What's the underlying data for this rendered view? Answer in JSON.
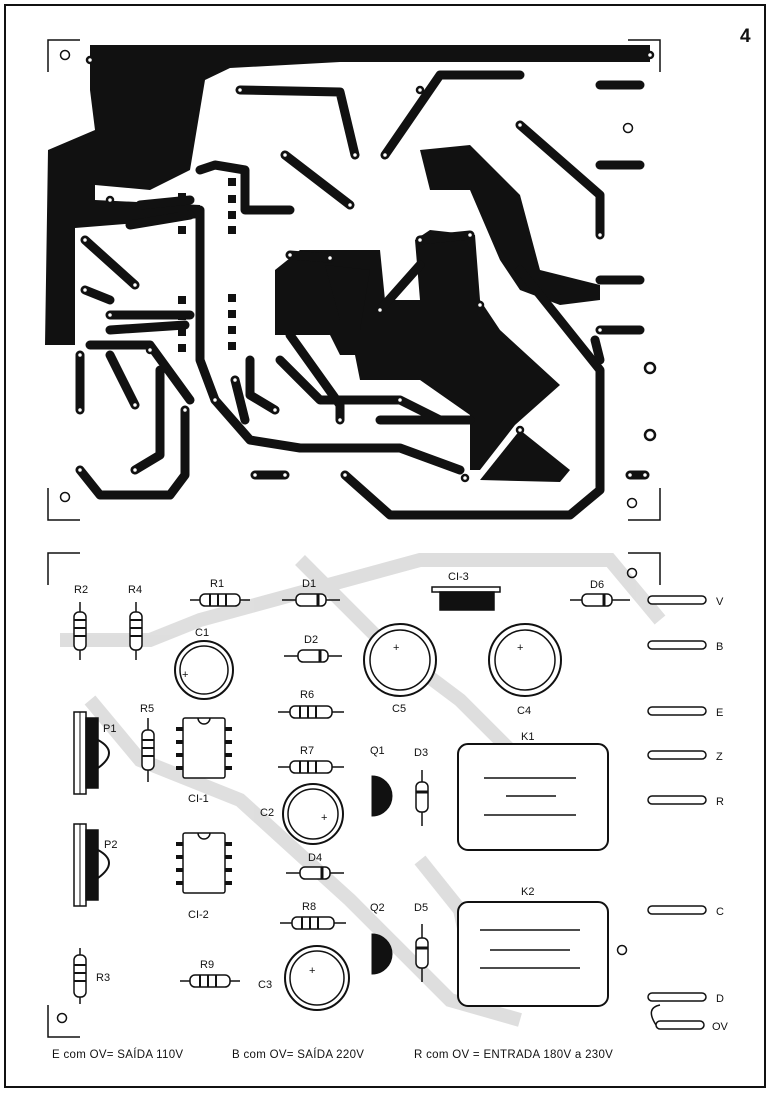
{
  "figure_number": "4",
  "components": {
    "R1": "R1",
    "R2": "R2",
    "R3": "R3",
    "R4": "R4",
    "R5": "R5",
    "R6": "R6",
    "R7": "R7",
    "R8": "R8",
    "R9": "R9",
    "C1": "C1",
    "C2": "C2",
    "C3": "C3",
    "C4": "C4",
    "C5": "C5",
    "D1": "D1",
    "D2": "D2",
    "D3": "D3",
    "D4": "D4",
    "D5": "D5",
    "D6": "D6",
    "Q1": "Q1",
    "Q2": "Q2",
    "CI1": "CI-1",
    "CI2": "CI-2",
    "CI3": "CI-3",
    "P1": "P1",
    "P2": "P2",
    "K1": "K1",
    "K2": "K2"
  },
  "terminals": [
    "V",
    "B",
    "E",
    "Z",
    "R",
    "C",
    "D",
    "OV"
  ],
  "footnotes": {
    "e": "E com OV= SAÍDA 110V",
    "b": "B com OV= SAÍDA 220V",
    "r": "R com OV = ENTRADA 180V a 230V"
  },
  "colors": {
    "ink": "#111111",
    "paper": "#ffffff"
  }
}
